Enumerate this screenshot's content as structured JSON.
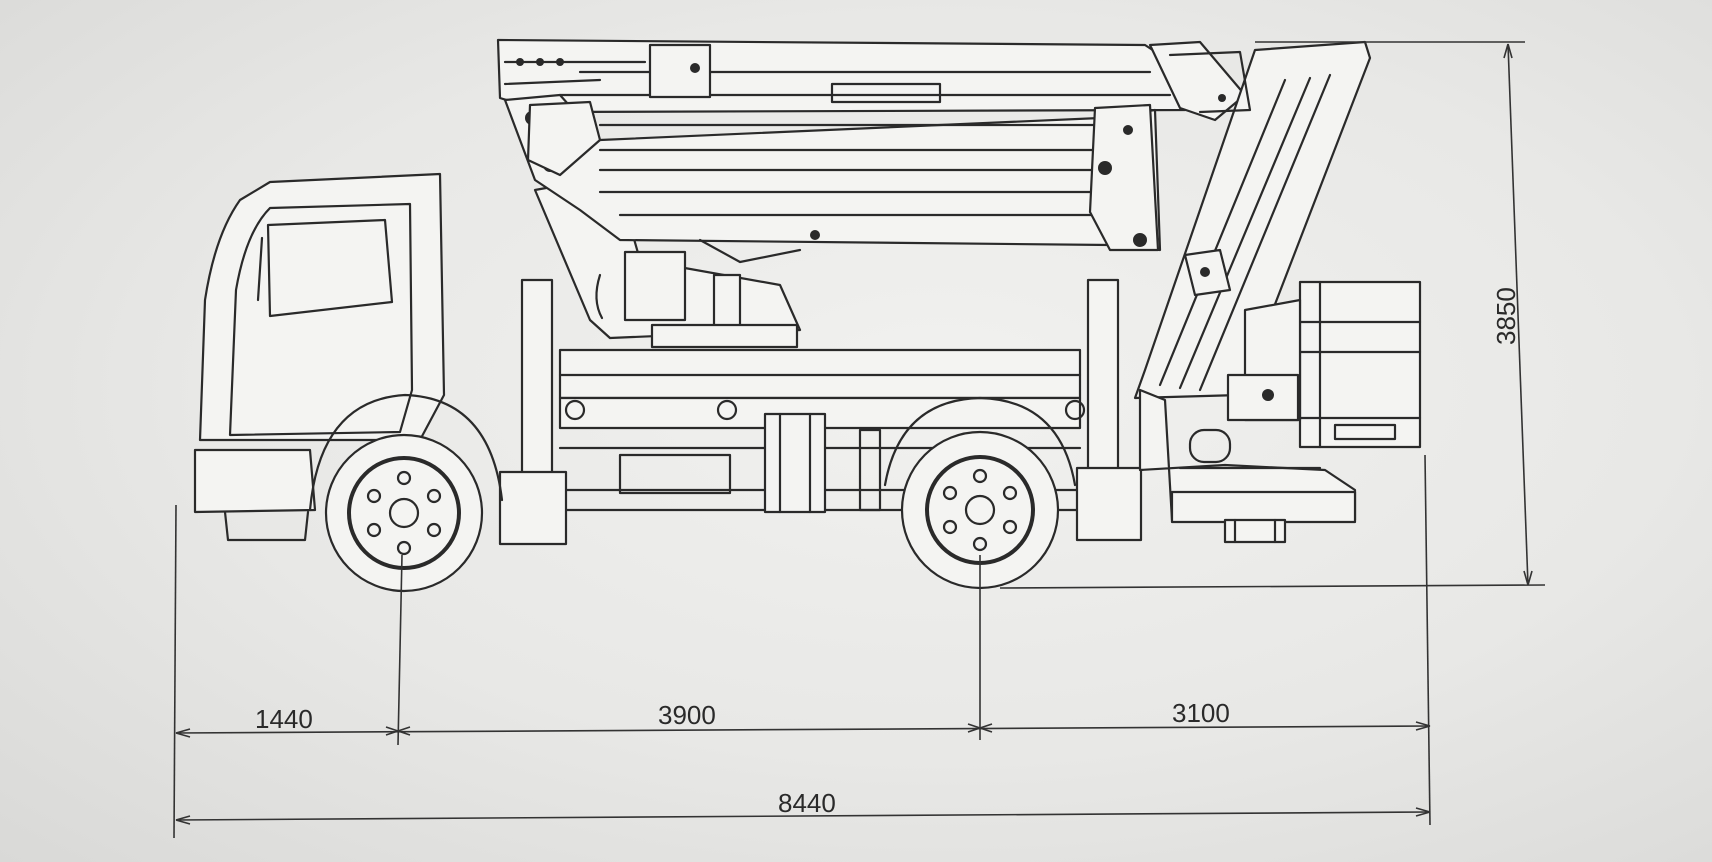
{
  "drawing": {
    "subject": "",
    "dimensions": {
      "front_overhang": "1440",
      "wheelbase": "3900",
      "rear_overhang": "3100",
      "overall_length": "8440",
      "overall_height": "3850"
    },
    "colors": {
      "paper": "#ececea",
      "ink": "#2a2a2a"
    }
  }
}
